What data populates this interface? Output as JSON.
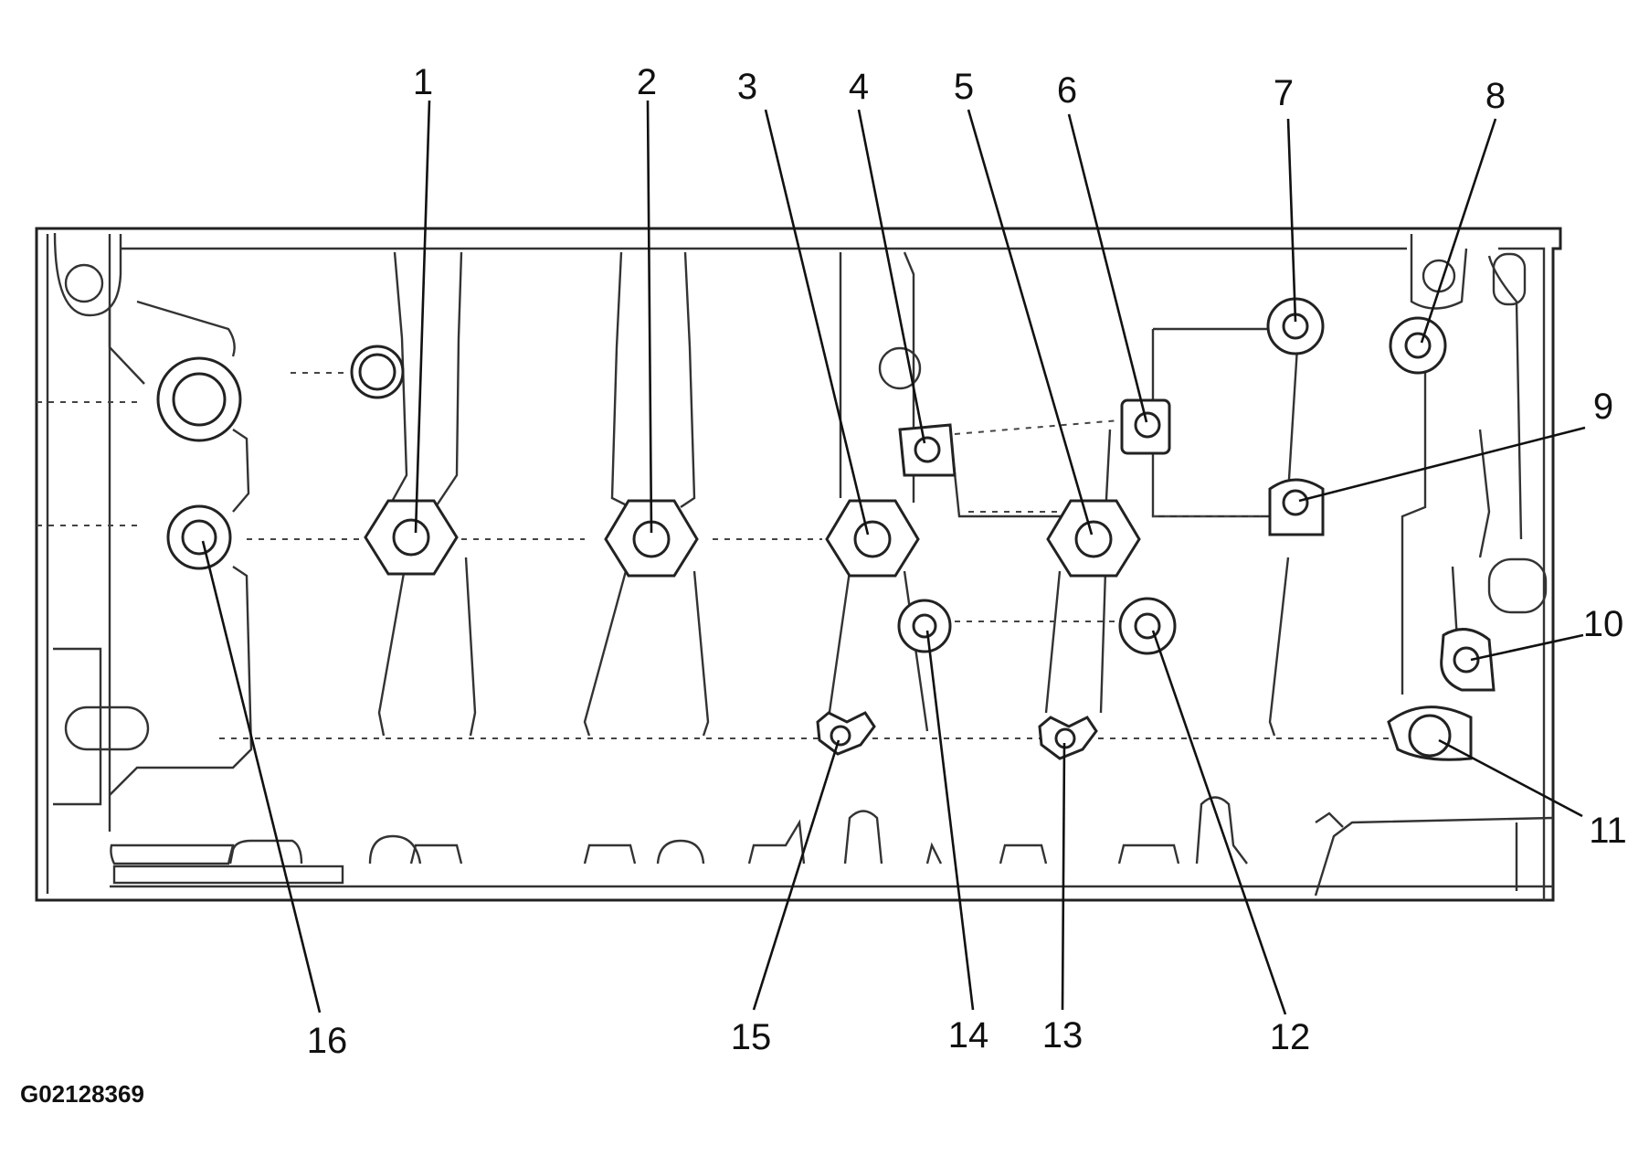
{
  "figure_id": "G02128369",
  "callouts": [
    "1",
    "2",
    "3",
    "4",
    "5",
    "6",
    "7",
    "8",
    "9",
    "10",
    "11",
    "12",
    "13",
    "14",
    "15",
    "16"
  ]
}
